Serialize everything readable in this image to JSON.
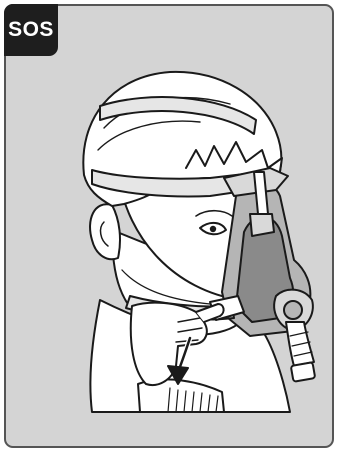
{
  "badge": {
    "label": "SOS"
  },
  "colors": {
    "panel": "#d4d4d4",
    "border": "#555555",
    "badge": "#1e1e1e",
    "ink": "#1a1a1a",
    "cushion": "#8a8a8a",
    "frame": "#b5b5b5"
  },
  "icons": [
    "head-illustration",
    "mask-illustration",
    "hand-illustration",
    "down-arrow-icon"
  ]
}
